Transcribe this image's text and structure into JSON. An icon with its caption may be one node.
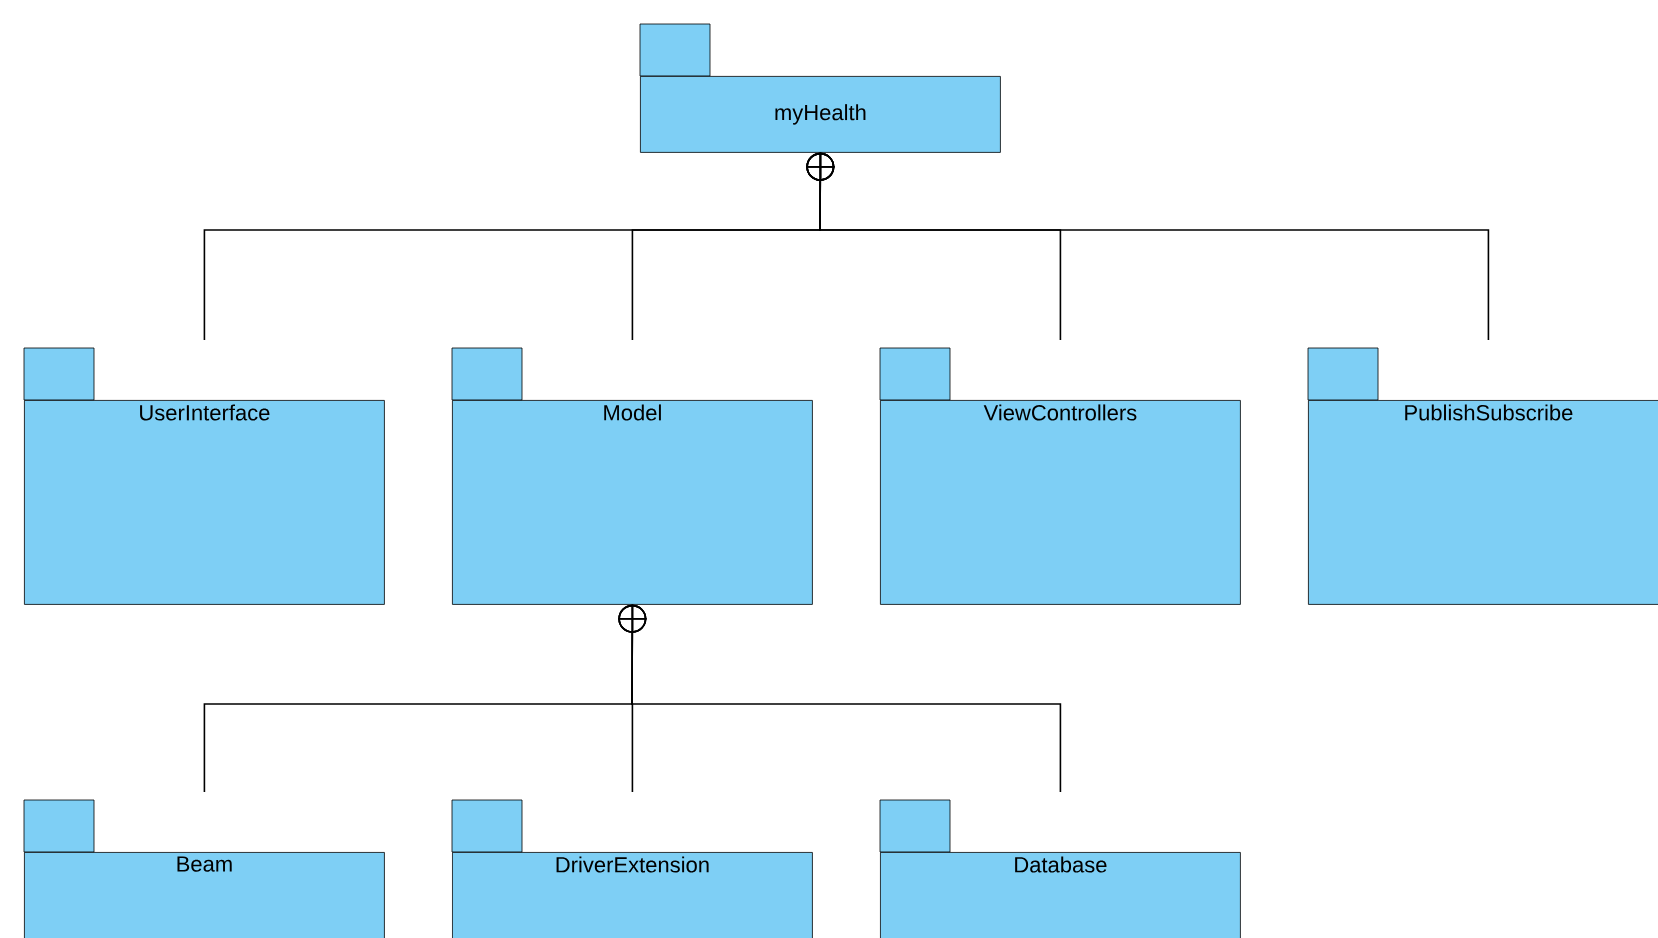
{
  "diagram": {
    "nodes": [
      {
        "text": [
          "myHealth"
        ]
      },
      {
        "text": [
          "UserInterface"
        ]
      },
      {
        "text": [
          "Model"
        ]
      },
      {
        "text": [
          "ViewControllers"
        ]
      },
      {
        "text": [
          "PublishSubscribe"
        ]
      },
      {
        "text": [
          "Beam"
        ]
      },
      {
        "text": [
          "DriverExtension"
        ]
      },
      {
        "text": [
          "Database"
        ]
      }
    ],
    "edges": [
      {
        "from": 1,
        "to": 0,
        "arrow": "other"
      },
      {
        "from": 2,
        "to": 0,
        "arrow": "other"
      },
      {
        "from": 3,
        "to": 0,
        "arrow": "other"
      },
      {
        "from": 4,
        "to": 0,
        "arrow": "other"
      },
      {
        "from": 5,
        "to": 2,
        "arrow": "other"
      },
      {
        "from": 6,
        "to": 2,
        "arrow": "other"
      },
      {
        "from": 7,
        "to": 2,
        "arrow": "other"
      }
    ]
  }
}
